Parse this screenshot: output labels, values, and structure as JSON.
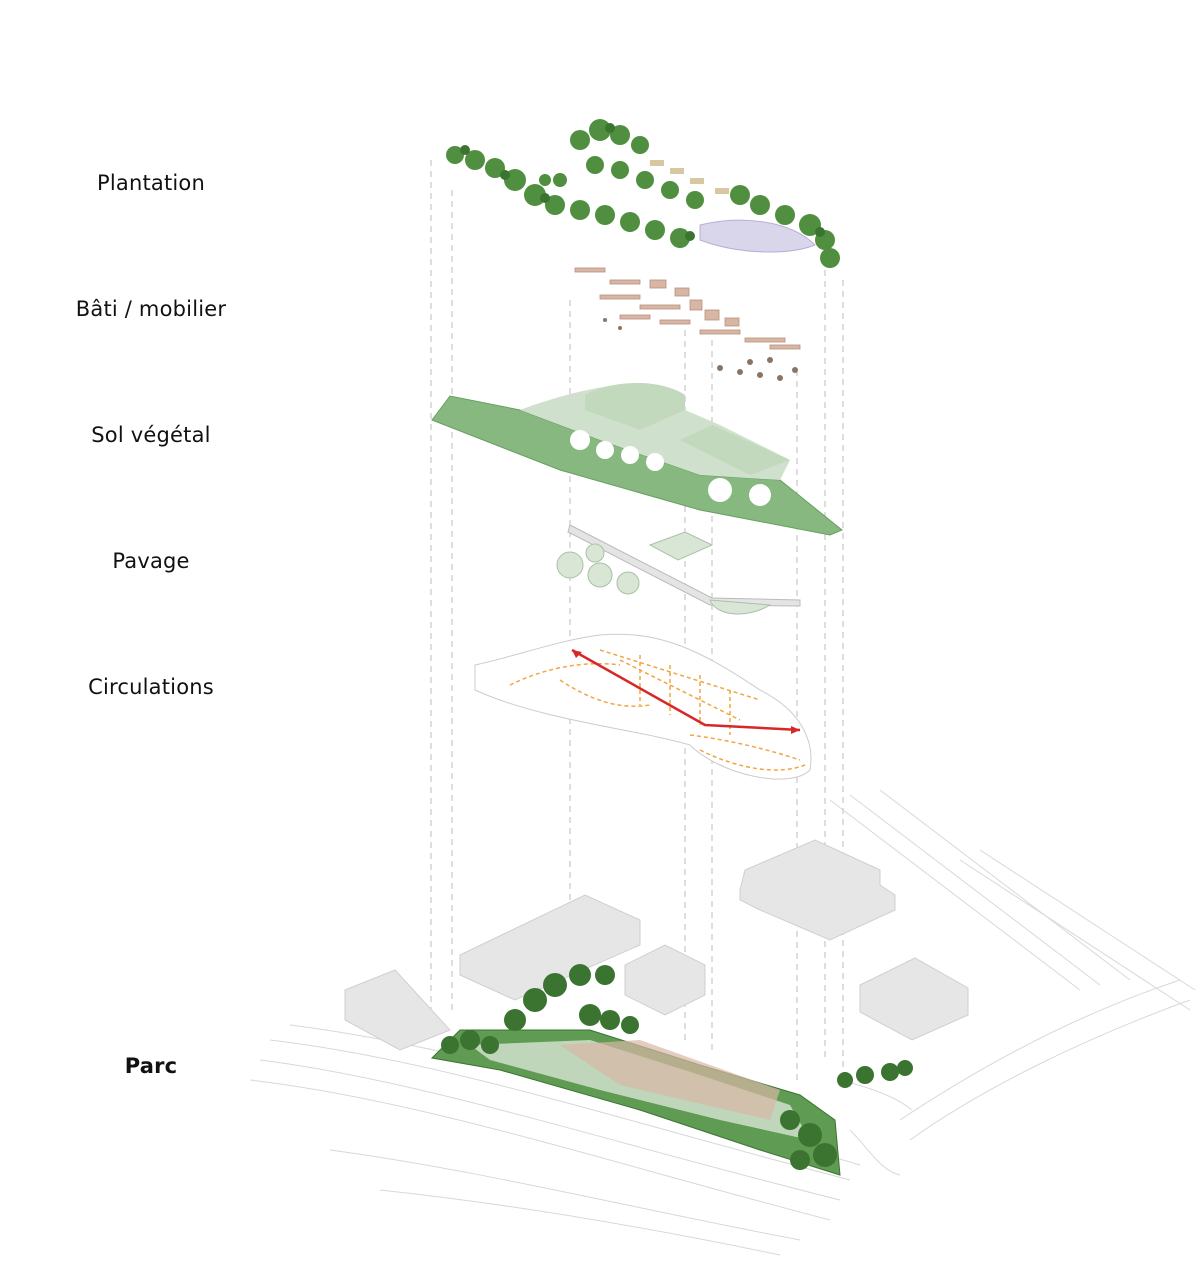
{
  "layers": [
    {
      "label": "Plantation",
      "bold": false
    },
    {
      "label": "Bâti / mobilier",
      "bold": false
    },
    {
      "label": "Sol végétal",
      "bold": false
    },
    {
      "label": "Pavage",
      "bold": false
    },
    {
      "label": "Circulations",
      "bold": false
    },
    {
      "label": "Parc",
      "bold": true
    }
  ],
  "colors": {
    "tree": "#4f8f3f",
    "tree_dark": "#3b7431",
    "soil_dark": "#86b880",
    "soil_light": "#cfe0cc",
    "building_furniture": "#d8b6a6",
    "paving": "#d9e6d6",
    "circulation_main": "#d62828",
    "circulation_secondary": "#f2a541",
    "context_building": "#e6e6e6",
    "guide_line": "#bdbdbd"
  }
}
